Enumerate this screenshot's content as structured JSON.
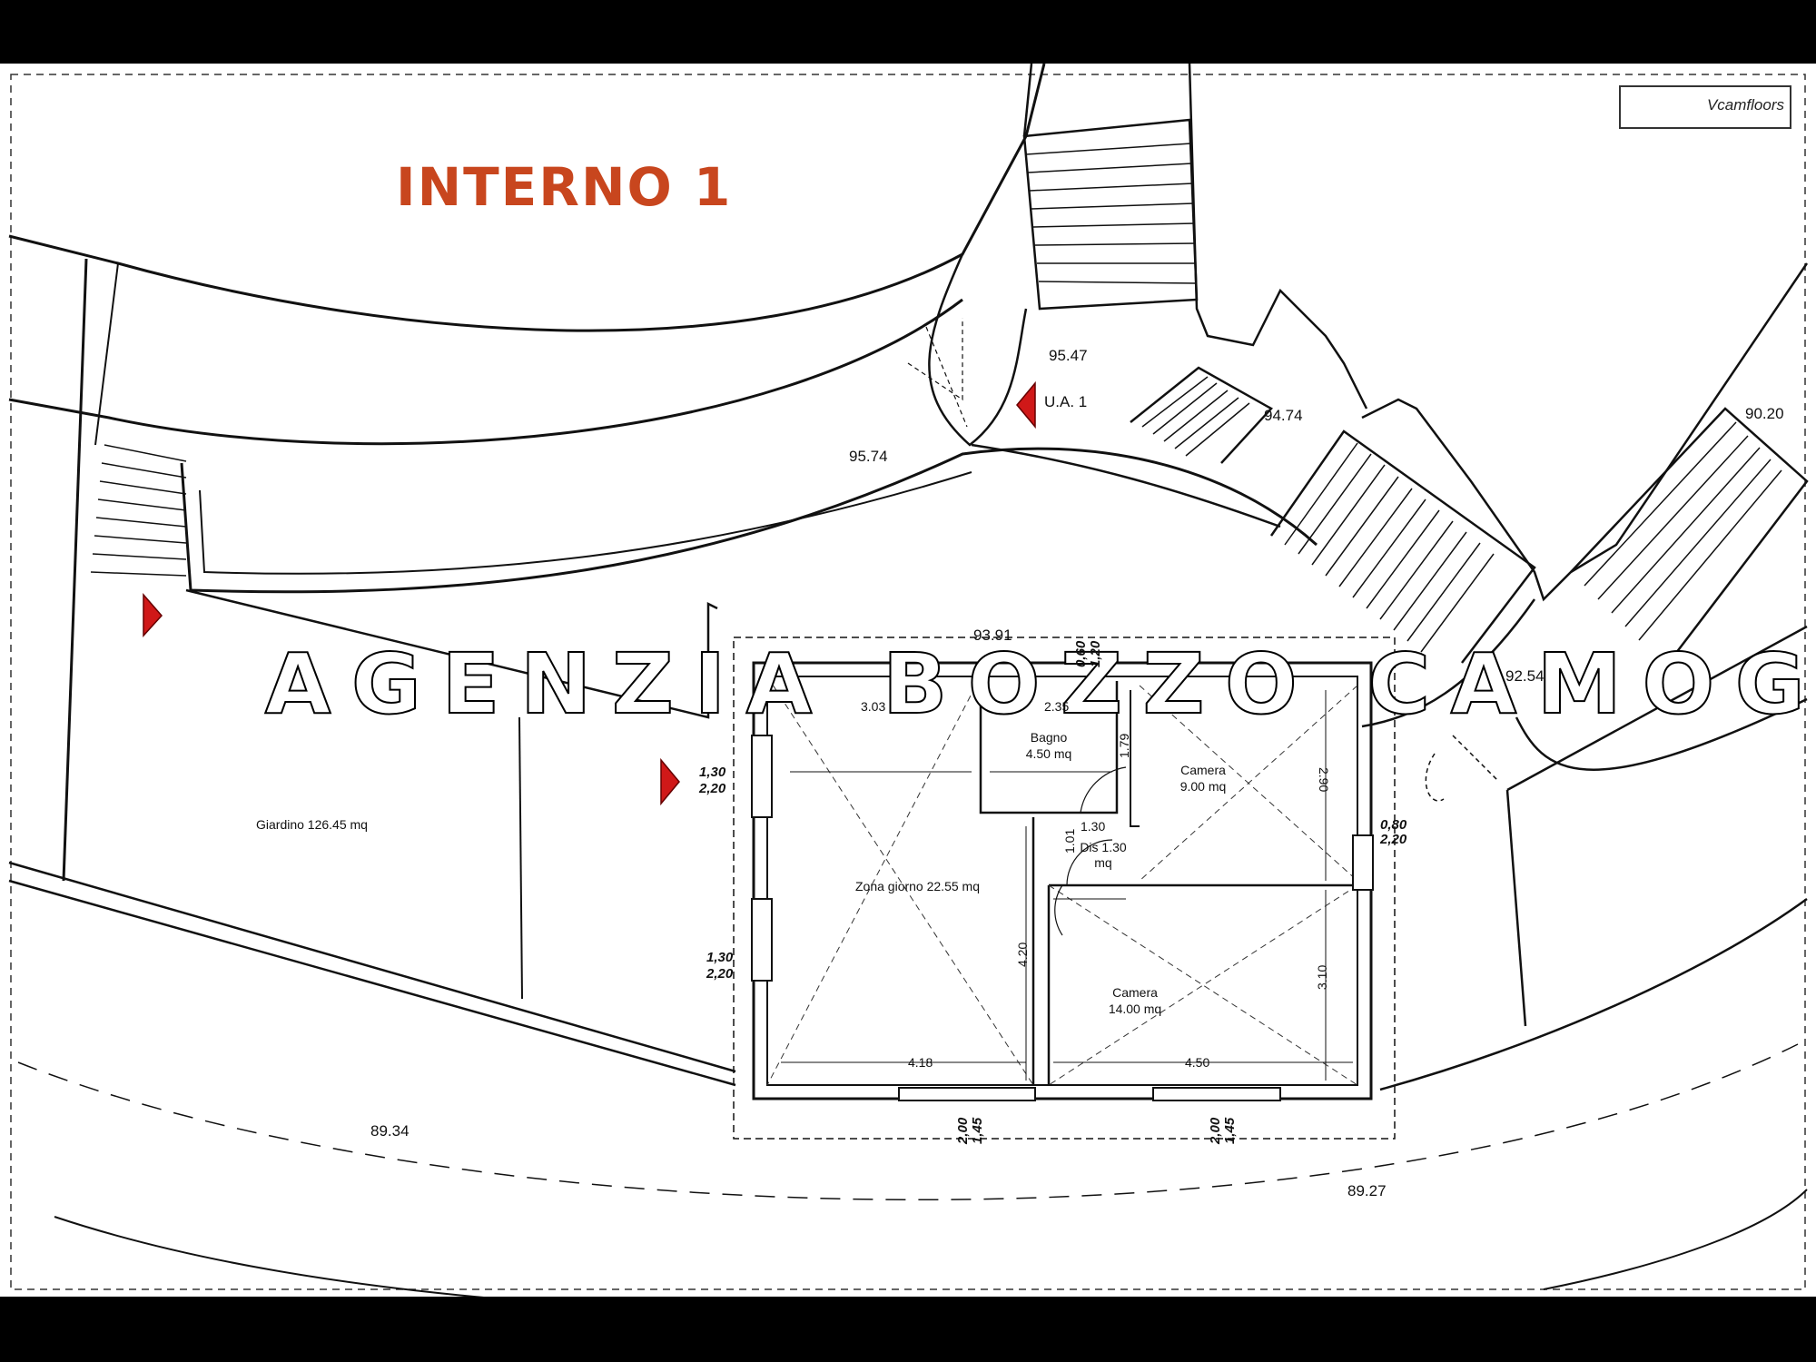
{
  "title": "INTERNO 1",
  "watermark": "AGENZIA BOZZO CAMOGLI",
  "logo_text": "Vcamfloors",
  "elevations": {
    "e1": "95.47",
    "e2": "95.74",
    "e3": "94.74",
    "e4": "90.20",
    "e5": "93.91",
    "e6": "92.54",
    "e7": "89.34",
    "e8": "89.27"
  },
  "unit_label": "U.A. 1",
  "rooms": {
    "giardino": "Giardino 126.45 mq",
    "bagno_name": "Bagno",
    "bagno_area": "4.50 mq",
    "camera1_name": "Camera",
    "camera1_area": "9.00 mq",
    "dis_name": "Dis 1.30",
    "dis_area": "mq",
    "zona_giorno": "Zona giorno 22.55 mq",
    "camera2_name": "Camera",
    "camera2_area": "14.00 mq"
  },
  "dimensions": {
    "d1": "3.03",
    "d2": "2.35",
    "d3": "1.79",
    "d4": "2.90",
    "d5": "1.30",
    "d6": "1.01",
    "d7": "4.20",
    "d8": "3.10",
    "d9": "4.18",
    "d10": "4.50"
  },
  "openings": {
    "w1_a": "1,30",
    "w1_b": "2,20",
    "w2_a": "1,30",
    "w2_b": "2,20",
    "w3_a": "0,80",
    "w3_b": "2,20",
    "w4_a": "0,60",
    "w4_b": "1,20",
    "w5_a": "2,00",
    "w5_b": "1,45",
    "w6_a": "2,00",
    "w6_b": "1,45"
  },
  "colors": {
    "title": "#c8461e",
    "marker": "#d01818",
    "line": "#111111"
  }
}
